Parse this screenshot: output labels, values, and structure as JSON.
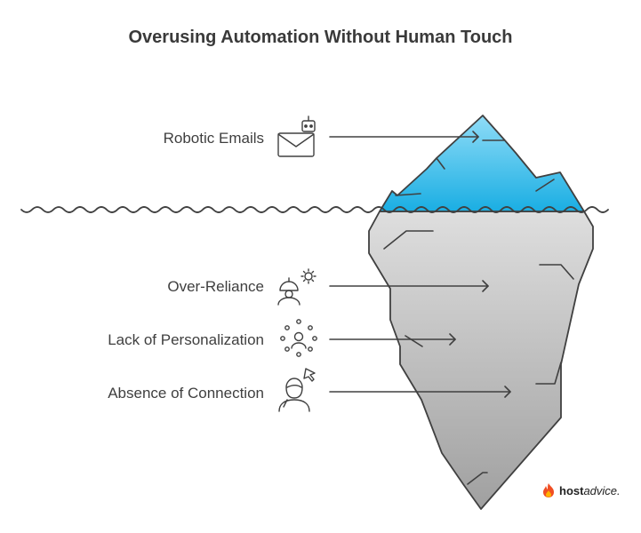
{
  "title": "Overusing Automation Without Human Touch",
  "items": [
    {
      "label": "Robotic Emails",
      "icon": "robot-email-icon"
    },
    {
      "label": "Over-Reliance",
      "icon": "worker-gear-icon"
    },
    {
      "label": "Lack of Personalization",
      "icon": "person-circle-dots-icon"
    },
    {
      "label": "Absence of Connection",
      "icon": "person-cursor-icon"
    }
  ],
  "brand": {
    "host": "host",
    "advice": "advice."
  },
  "colors": {
    "tip_light": "#7fd6f5",
    "tip_dark": "#1fb4e6",
    "body_light": "#dcdcdc",
    "body_dark": "#9a9a9a",
    "outline": "#404040",
    "brand_flame": "#f04e23",
    "brand_flame_inner": "#ffb300"
  }
}
